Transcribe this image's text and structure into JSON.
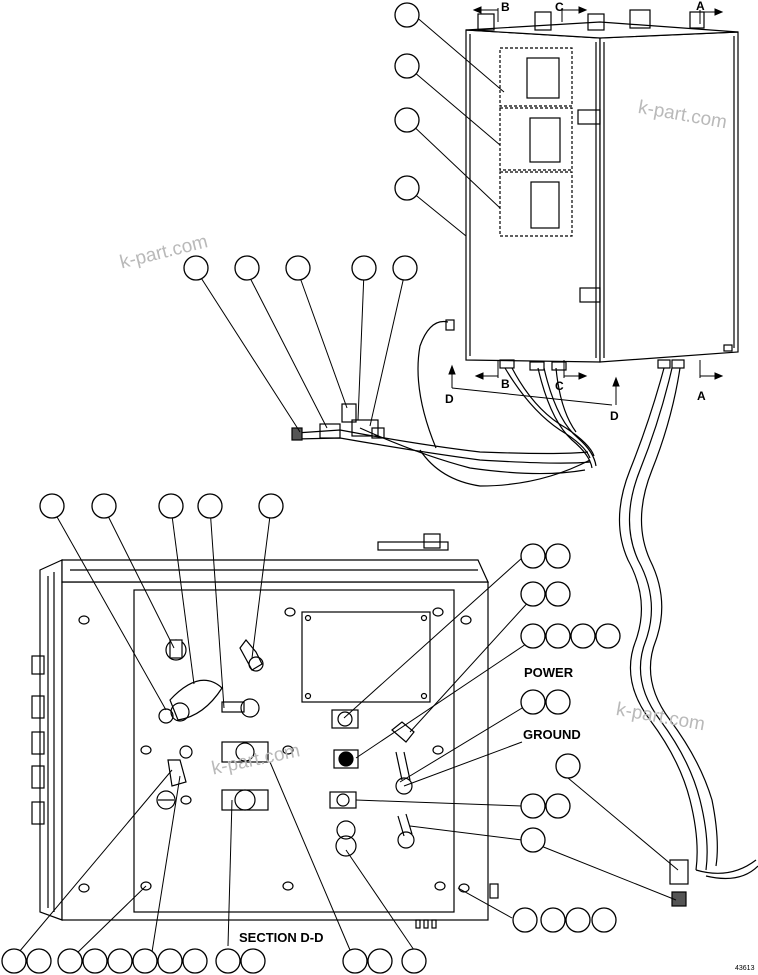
{
  "section_letters": {
    "a": "A",
    "b": "B",
    "c": "C",
    "d": "D"
  },
  "labels": {
    "power": "POWER",
    "ground": "GROUND",
    "section": "SECTION D-D",
    "figure_number": "43613"
  },
  "watermark": "k-part.com",
  "colors": {
    "line": "#000000",
    "watermark": "#b9b9b9",
    "background": "#ffffff"
  }
}
